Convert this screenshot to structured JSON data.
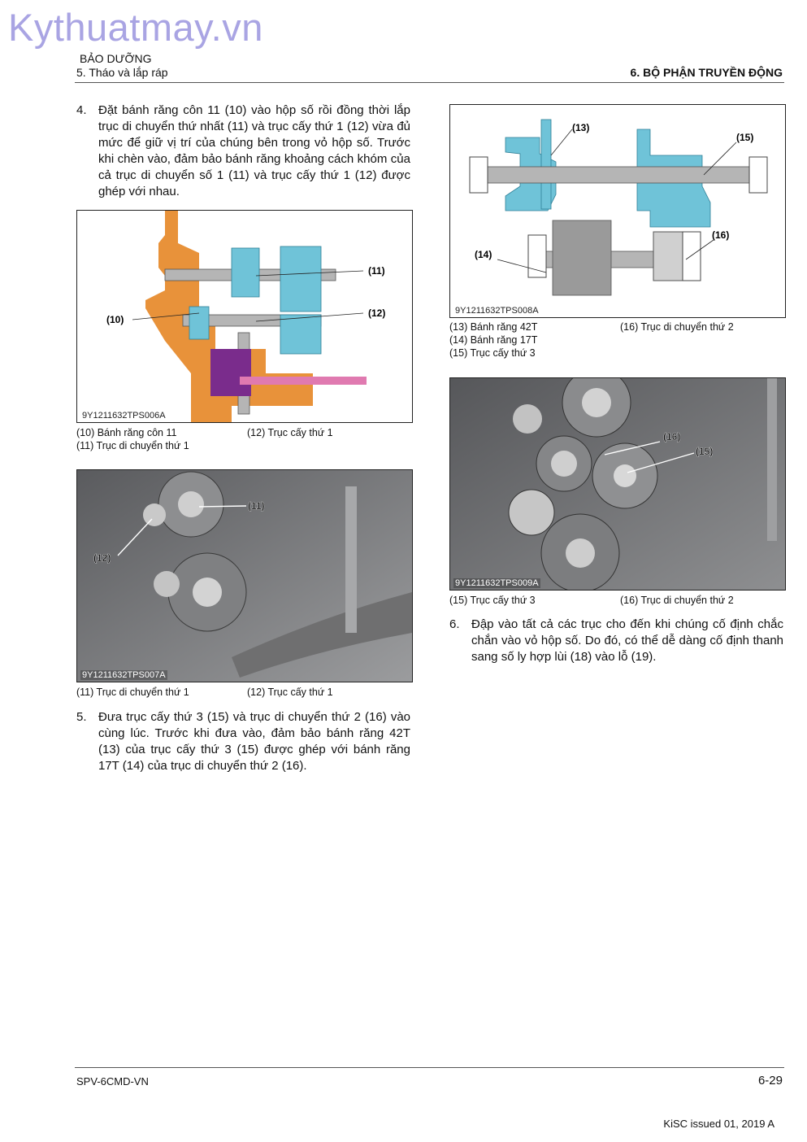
{
  "watermark": "Kythuatmay.vn",
  "header": {
    "section": "BẢO DƯỠNG",
    "subsection": "5. Tháo và lắp ráp",
    "chapter": "6. BỘ PHẬN TRUYỀN ĐỘNG"
  },
  "steps": {
    "s4": {
      "num": "4.",
      "text": "Đặt bánh răng côn 11 (10) vào hộp số rồi đồng thời lắp trục di chuyển thứ nhất (11) và trục cấy thứ 1 (12) vừa đủ mức để giữ vị trí của chúng bên trong vỏ hộp số. Trước khi chèn vào, đảm bảo bánh răng khoảng cách khóm của cả trục di chuyển số 1 (11) và trục cấy thứ 1 (12) được ghép với nhau."
    },
    "s5": {
      "num": "5.",
      "text": "Đưa trục cấy thứ 3 (15) và trục di chuyển thứ 2 (16) vào cùng lúc. Trước khi đưa vào, đảm bảo bánh răng 42T (13) của trục cấy thứ 3 (15) được ghép với bánh răng 17T (14) của trục di chuyển thứ 2 (16)."
    },
    "s6": {
      "num": "6.",
      "text": "Đập vào tất cả các trục cho đến khi chúng cố định chắc chắn vào vỏ hộp số. Do đó, có thể dễ dàng cố định thanh sang số ly hợp lùi (18) vào lỗ (19)."
    }
  },
  "figures": {
    "f006": {
      "code": "9Y1211632TPS006A",
      "labels": {
        "l10": "(10)",
        "l11": "(11)",
        "l12": "(12)"
      },
      "captions": {
        "c10": "(10) Bánh răng côn 11",
        "c11": "(11) Trục di chuyển thứ 1",
        "c12": "(12) Trục cấy thứ 1"
      }
    },
    "f007": {
      "code": "9Y1211632TPS007A",
      "labels": {
        "l11": "(11)",
        "l12": "(12)"
      },
      "captions": {
        "c11": "(11) Trục di chuyển thứ 1",
        "c12": "(12) Trục cấy thứ 1"
      }
    },
    "f008": {
      "code": "9Y1211632TPS008A",
      "labels": {
        "l13": "(13)",
        "l14": "(14)",
        "l15": "(15)",
        "l16": "(16)"
      },
      "captions": {
        "c13": "(13) Bánh răng 42T",
        "c14": "(14) Bánh răng 17T",
        "c15": "(15) Trục cấy thứ 3",
        "c16": "(16) Trục di chuyển thứ 2"
      }
    },
    "f009": {
      "code": "9Y1211632TPS009A",
      "labels": {
        "l15": "(15)",
        "l16": "(16)"
      },
      "captions": {
        "c15": "(15) Trục cấy thứ 3",
        "c16": "(16) Trục di chuyển thứ 2"
      }
    }
  },
  "footer": {
    "doc_id": "SPV-6CMD-VN",
    "page": "6-29",
    "issued": "KiSC issued 01, 2019 A"
  },
  "colors": {
    "orange": "#e8923a",
    "cyan": "#6fc3d8",
    "purple": "#7a2c8c",
    "pink": "#e07ab0",
    "gray": "#b5b5b5",
    "watermark": "#a9a4e3"
  }
}
